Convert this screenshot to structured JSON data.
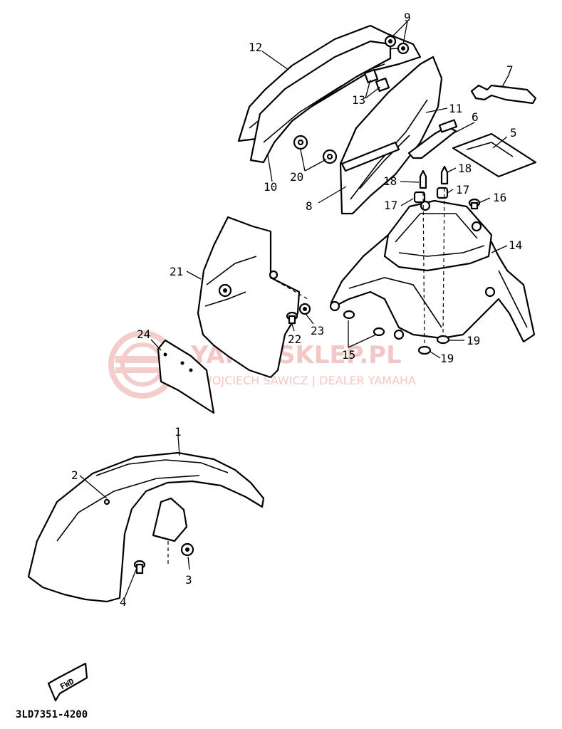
{
  "watermark": {
    "brand": "YAMA-SKLEP.PL",
    "tagline": "WOJCIECH SAWICZ | DEALER YAMAHA",
    "logo_color": "#f3c7c7"
  },
  "diagram_code": "3LD7351-4200",
  "fwd_label": "FWD",
  "parts": [
    {
      "num": "1"
    },
    {
      "num": "2"
    },
    {
      "num": "3"
    },
    {
      "num": "4"
    },
    {
      "num": "5"
    },
    {
      "num": "6"
    },
    {
      "num": "7"
    },
    {
      "num": "8"
    },
    {
      "num": "9"
    },
    {
      "num": "10"
    },
    {
      "num": "11"
    },
    {
      "num": "12"
    },
    {
      "num": "13"
    },
    {
      "num": "14"
    },
    {
      "num": "15"
    },
    {
      "num": "16"
    },
    {
      "num": "17"
    },
    {
      "num": "17"
    },
    {
      "num": "18"
    },
    {
      "num": "18"
    },
    {
      "num": "19"
    },
    {
      "num": "19"
    },
    {
      "num": "20"
    },
    {
      "num": "21"
    },
    {
      "num": "22"
    },
    {
      "num": "23"
    },
    {
      "num": "24"
    }
  ]
}
